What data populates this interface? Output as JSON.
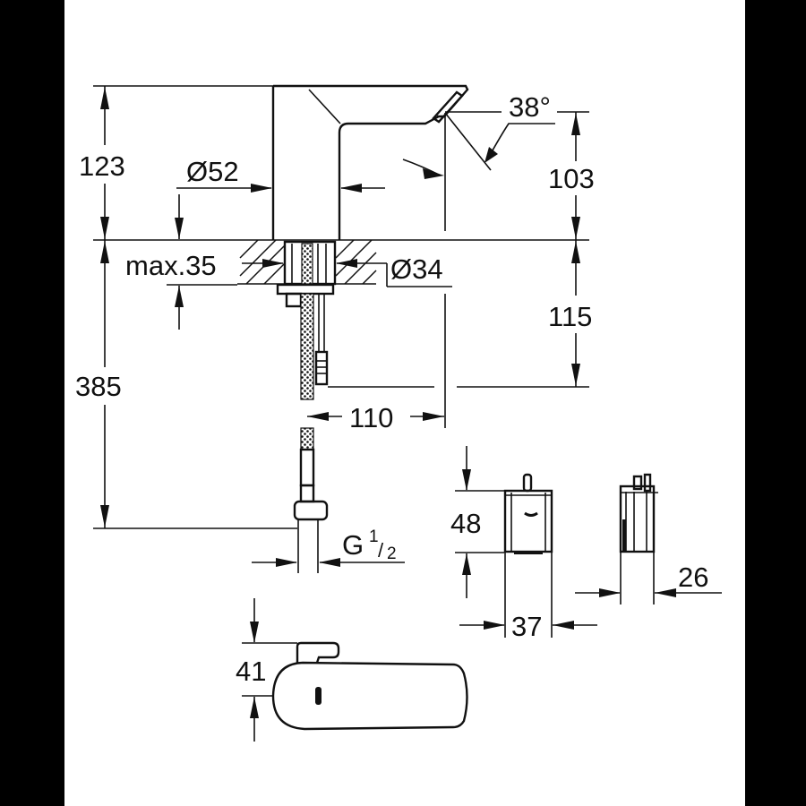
{
  "drawing": {
    "title": "Sensor basin faucet dimensional drawing",
    "background": "#ffffff",
    "border_color": "#000000",
    "line_color": "#111111"
  },
  "dimensions": {
    "spout_height": "123",
    "body_diameter": "Ø52",
    "spray_angle": "38°",
    "outlet_height": "103",
    "max_deck_thickness": "max.35",
    "hole_diameter": "Ø34",
    "below_deck": "115",
    "total_height": "385",
    "projection": "110",
    "connection_thread": "G",
    "connection_thread_fraction_num": "1",
    "connection_thread_fraction_den": "2",
    "control_box_height": "48",
    "control_box_width": "37",
    "control_box_depth": "26",
    "top_view_width": "41"
  }
}
